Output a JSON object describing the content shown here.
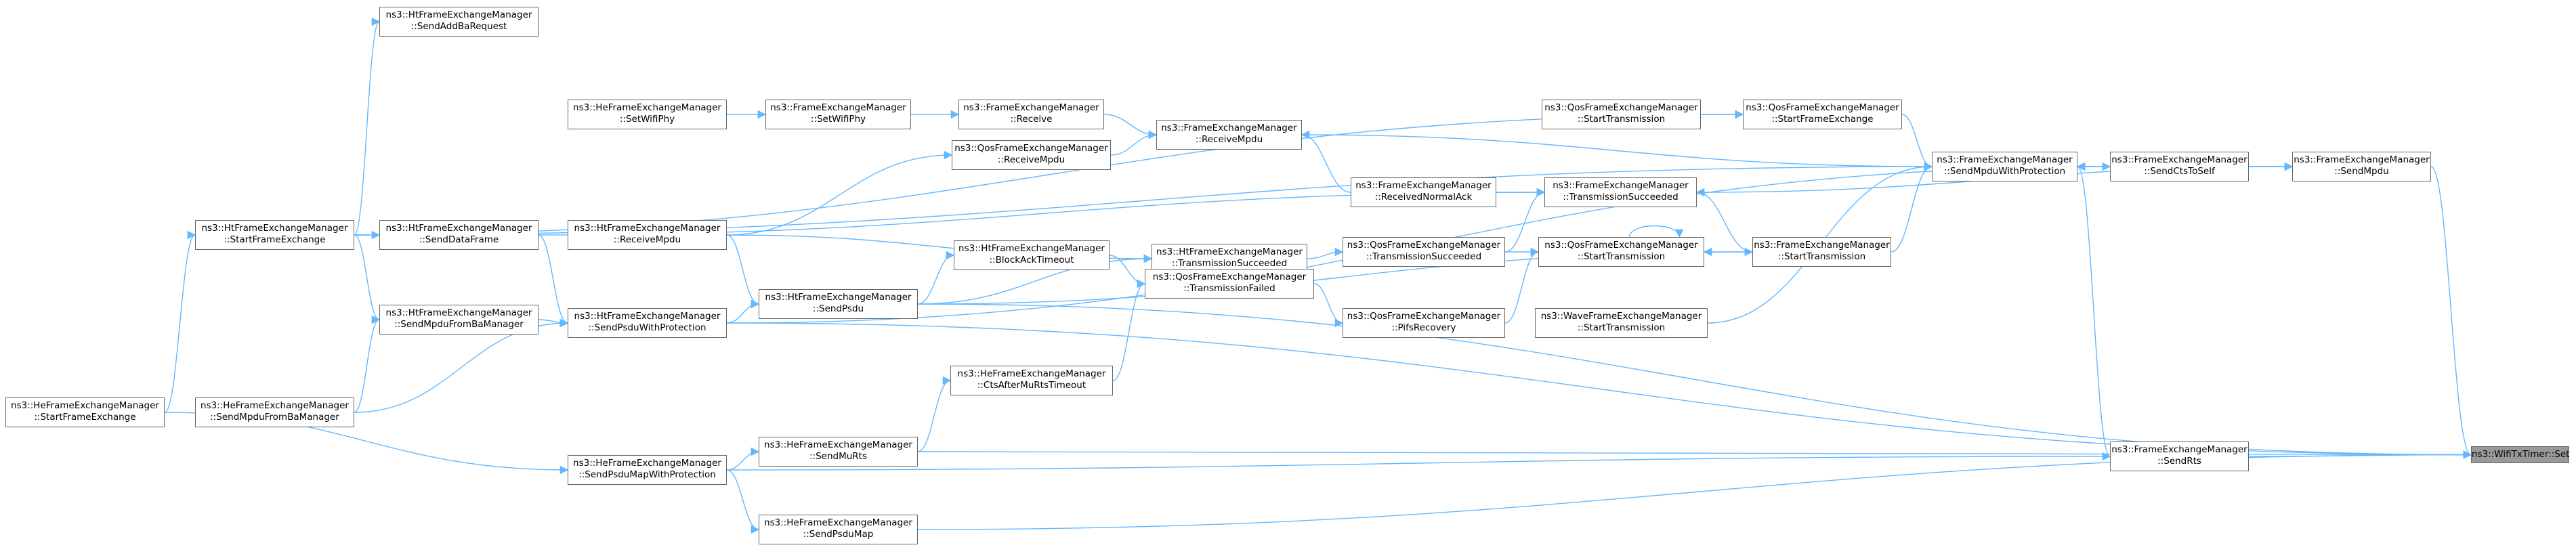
{
  "colors": {
    "edge": "#63b8ff",
    "node_border": "#666666",
    "root_fill": "#999999"
  },
  "nodes": {
    "wifiTxTimerSet": {
      "lines": [
        "ns3::WifiTxTimer::Set"
      ],
      "root": true
    },
    "feSendMpdu": {
      "lines": [
        "ns3::FrameExchangeManager",
        "::SendMpdu"
      ]
    },
    "feSendRts": {
      "lines": [
        "ns3::FrameExchangeManager",
        "::SendRts"
      ]
    },
    "heSendPsduMap": {
      "lines": [
        "ns3::HeFrameExchangeManager",
        "::SendPsduMap"
      ]
    },
    "heSendMuRts": {
      "lines": [
        "ns3::HeFrameExchangeManager",
        "::SendMuRts"
      ]
    },
    "heSendPsduMapWithProtection": {
      "lines": [
        "ns3::HeFrameExchangeManager",
        "::SendPsduMapWithProtection"
      ]
    },
    "heStartFrameExchange": {
      "lines": [
        "ns3::HeFrameExchangeManager",
        "::StartFrameExchange"
      ]
    },
    "heSendMpduFromBaManager": {
      "lines": [
        "ns3::HeFrameExchangeManager",
        "::SendMpduFromBaManager"
      ]
    },
    "htStartFrameExchange": {
      "lines": [
        "ns3::HtFrameExchangeManager",
        "::StartFrameExchange"
      ]
    },
    "htSendAddBaRequest": {
      "lines": [
        "ns3::HtFrameExchangeManager",
        "::SendAddBaRequest"
      ]
    },
    "htSendDataFrame": {
      "lines": [
        "ns3::HtFrameExchangeManager",
        "::SendDataFrame"
      ]
    },
    "htSendMpduFromBaManager": {
      "lines": [
        "ns3::HtFrameExchangeManager",
        "::SendMpduFromBaManager"
      ]
    },
    "htSendPsduWithProtection": {
      "lines": [
        "ns3::HtFrameExchangeManager",
        "::SendPsduWithProtection"
      ]
    },
    "heSetWifiPhy": {
      "lines": [
        "ns3::HeFrameExchangeManager",
        "::SetWifiPhy"
      ]
    },
    "htReceiveMpdu": {
      "lines": [
        "ns3::HtFrameExchangeManager",
        "::ReceiveMpdu"
      ]
    },
    "htSendPsdu": {
      "lines": [
        "ns3::HtFrameExchangeManager",
        "::SendPsdu"
      ]
    },
    "feSetWifiPhy": {
      "lines": [
        "ns3::FrameExchangeManager",
        "::SetWifiPhy"
      ]
    },
    "qosReceiveMpdu": {
      "lines": [
        "ns3::QosFrameExchangeManager",
        "::ReceiveMpdu"
      ]
    },
    "htBlockAckTimeout": {
      "lines": [
        "ns3::HtFrameExchangeManager",
        "::BlockAckTimeout"
      ]
    },
    "heCtsAfterMuRtsTimeout": {
      "lines": [
        "ns3::HeFrameExchangeManager",
        "::CtsAfterMuRtsTimeout"
      ]
    },
    "feReceive": {
      "lines": [
        "ns3::FrameExchangeManager",
        "::Receive"
      ]
    },
    "feReceiveMpdu": {
      "lines": [
        "ns3::FrameExchangeManager",
        "::ReceiveMpdu"
      ]
    },
    "htTransmissionSucceeded": {
      "lines": [
        "ns3::HtFrameExchangeManager",
        "::TransmissionSucceeded"
      ]
    },
    "qosTransmissionFailed": {
      "lines": [
        "ns3::QosFrameExchangeManager",
        "::TransmissionFailed"
      ]
    },
    "feReceivedNormalAck": {
      "lines": [
        "ns3::FrameExchangeManager",
        "::ReceivedNormalAck"
      ]
    },
    "qosTransmissionSucceeded": {
      "lines": [
        "ns3::QosFrameExchangeManager",
        "::TransmissionSucceeded"
      ]
    },
    "qosPifsRecovery": {
      "lines": [
        "ns3::QosFrameExchangeManager",
        "::PifsRecovery"
      ]
    },
    "qosStartTransmissionA": {
      "lines": [
        "ns3::QosFrameExchangeManager",
        "::StartTransmission"
      ]
    },
    "feTransmissionSucceeded": {
      "lines": [
        "ns3::FrameExchangeManager",
        "::TransmissionSucceeded"
      ]
    },
    "qosStartTransmissionB": {
      "lines": [
        "ns3::QosFrameExchangeManager",
        "::StartTransmission"
      ]
    },
    "waveStartTransmission": {
      "lines": [
        "ns3::WaveFrameExchangeManager",
        "::StartTransmission"
      ]
    },
    "qosStartFrameExchange": {
      "lines": [
        "ns3::QosFrameExchangeManager",
        "::StartFrameExchange"
      ]
    },
    "feStartTransmission": {
      "lines": [
        "ns3::FrameExchangeManager",
        "::StartTransmission"
      ]
    },
    "feSendMpduWithProtection": {
      "lines": [
        "ns3::FrameExchangeManager",
        "::SendMpduWithProtection"
      ]
    },
    "feSendCtsToSelf": {
      "lines": [
        "ns3::FrameExchangeManager",
        "::SendCtsToSelf"
      ]
    }
  }
}
